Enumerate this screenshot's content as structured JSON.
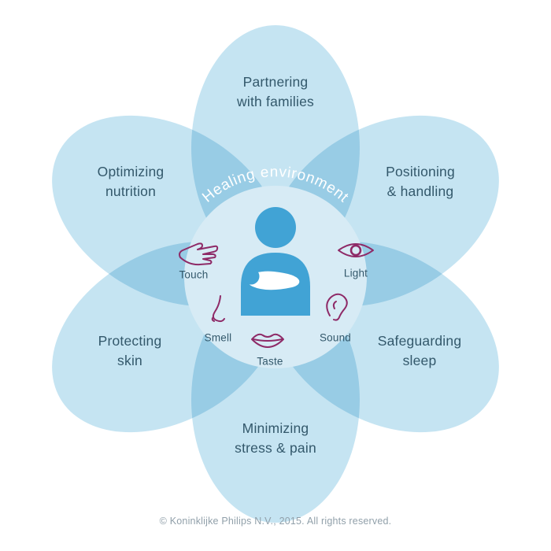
{
  "diagram": {
    "center_title": "Healing environment",
    "petals": [
      {
        "id": "partnering-with-families",
        "label": "Partnering\nwith families"
      },
      {
        "id": "positioning-handling",
        "label": "Positioning\n& handling"
      },
      {
        "id": "safeguarding-sleep",
        "label": "Safeguarding\nsleep"
      },
      {
        "id": "minimizing-stress-pain",
        "label": "Minimizing\nstress & pain"
      },
      {
        "id": "protecting-skin",
        "label": "Protecting\nskin"
      },
      {
        "id": "optimizing-nutrition",
        "label": "Optimizing\nnutrition"
      }
    ],
    "senses": [
      {
        "icon": "hand-touch-icon",
        "label": "Touch"
      },
      {
        "icon": "eye-light-icon",
        "label": "Light"
      },
      {
        "icon": "nose-smell-icon",
        "label": "Smell"
      },
      {
        "icon": "ear-sound-icon",
        "label": "Sound"
      },
      {
        "icon": "lips-taste-icon",
        "label": "Taste"
      }
    ],
    "colors": {
      "petal": "#C5E4F2",
      "petal_overlap": "#97CCE6",
      "center_circle": "#D7EBF5",
      "person": "#41A3D5",
      "sense_icon": "#8E2A67",
      "label_text": "#33586B",
      "title_text": "#FFFFFF",
      "footer_text": "#91A0AA"
    }
  },
  "footer": {
    "copyright": "© Koninklijke Philips N.V., 2015. All rights reserved."
  }
}
